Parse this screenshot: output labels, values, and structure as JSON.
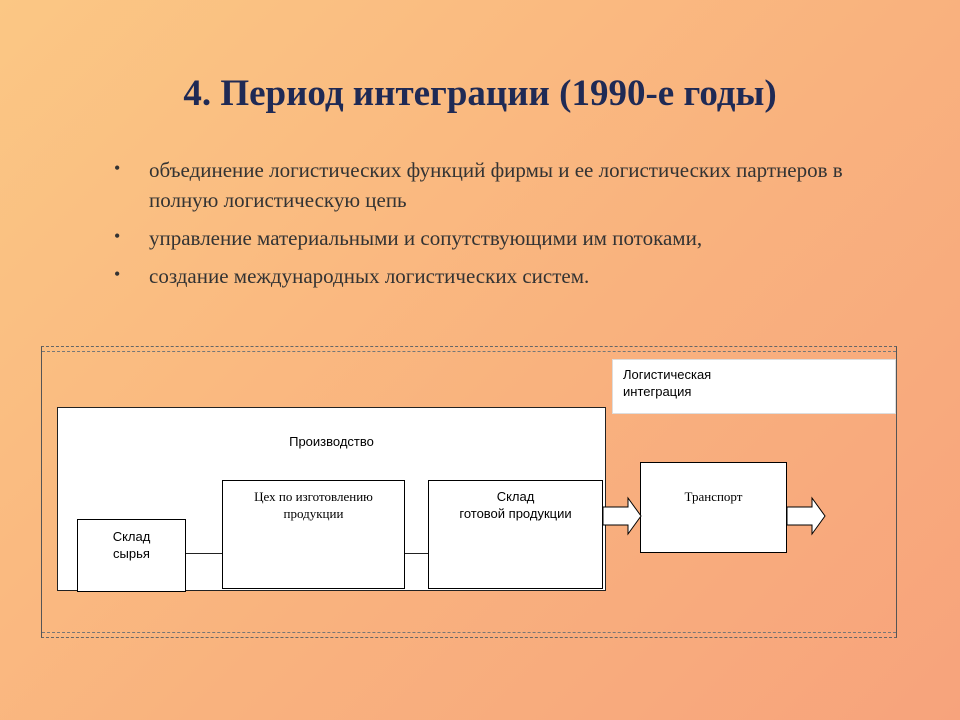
{
  "title": "4. Период интеграции (1990-е годы)",
  "bullets": [
    "объединение логистических функций фирмы и ее логистических партнеров в полную логистическую цепь",
    "управление материальными и сопутствующими им потоками,",
    "создание международных логистических систем."
  ],
  "diagram": {
    "integration_label_line1": "Логистическая",
    "integration_label_line2": "интеграция",
    "production": "Производство",
    "raw_store_line1": "Склад",
    "raw_store_line2": "сырья",
    "workshop_line1": "Цех по изготовлению",
    "workshop_line2": "продукции",
    "finished_store_line1": "Склад",
    "finished_store_line2": "готовой продукции",
    "transport": "Транспорт"
  }
}
